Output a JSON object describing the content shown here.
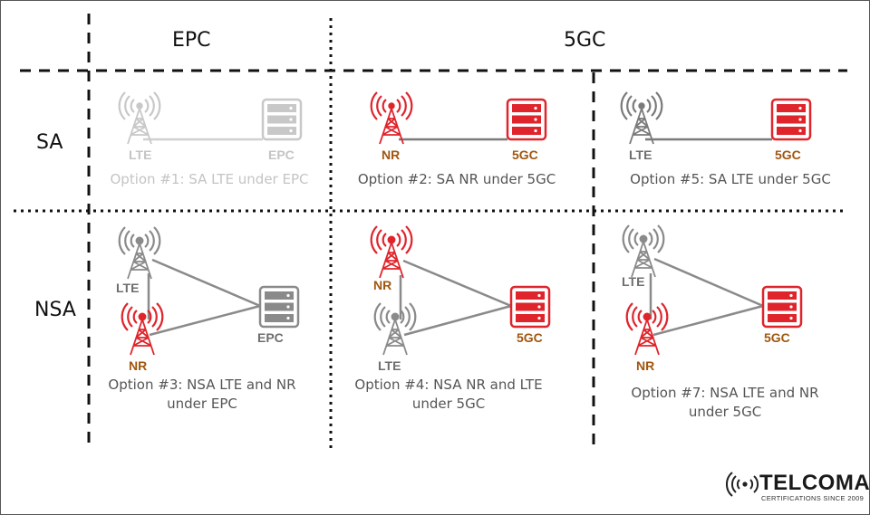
{
  "columns": {
    "epc": "EPC",
    "fivegc": "5GC"
  },
  "rows": {
    "sa": "SA",
    "nsa": "NSA"
  },
  "cells": {
    "opt1": {
      "lte": "LTE",
      "core": "EPC",
      "caption": "Option #1: SA LTE under EPC"
    },
    "opt2": {
      "nr": "NR",
      "core": "5GC",
      "caption": "Option #2: SA NR under 5GC"
    },
    "opt5": {
      "lte": "LTE",
      "core": "5GC",
      "caption": "Option #5: SA LTE under 5GC"
    },
    "opt3": {
      "lte": "LTE",
      "nr": "NR",
      "core": "EPC",
      "caption_line1": "Option #3: NSA LTE and NR",
      "caption_line2": "under EPC"
    },
    "opt4": {
      "nr": "NR",
      "lte": "LTE",
      "core": "5GC",
      "caption_line1": "Option #4: NSA NR and LTE",
      "caption_line2": "under 5GC"
    },
    "opt7": {
      "lte": "LTE",
      "nr": "NR",
      "core": "5GC",
      "caption_line1": "Option #7: NSA LTE and NR",
      "caption_line2": "under 5GC"
    }
  },
  "logo": {
    "name": "TELCOMA",
    "tagline": "CERTIFICATIONS SINCE 2009"
  },
  "colors": {
    "red": "#e0242b",
    "gray": "#7a7a7a",
    "faded": "#c8c8c8",
    "brown": "#a0570f"
  }
}
